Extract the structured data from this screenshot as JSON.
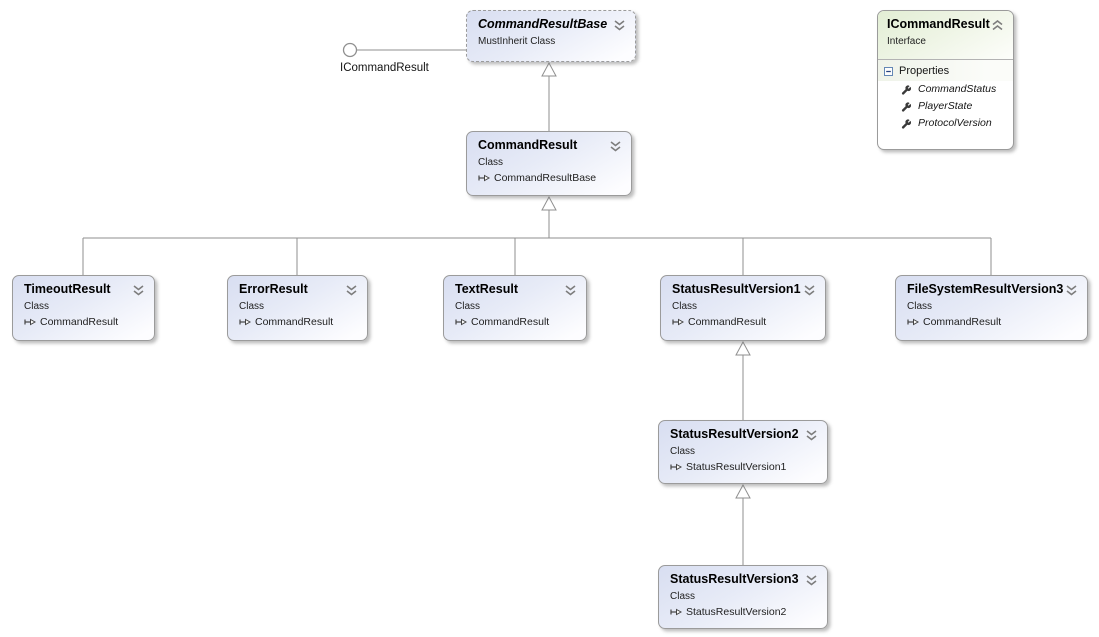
{
  "diagram": {
    "type": "class-diagram",
    "colors": {
      "class_header": "#d8def1",
      "interface_header": "#e2eed4",
      "node_border": "#9b9b9b",
      "connector": "#8f8f8f",
      "background": "#ffffff"
    },
    "nodes": {
      "command_result_base": {
        "title": "CommandResultBase",
        "kind": "MustInherit Class"
      },
      "i_command_result": {
        "title": "ICommandResult",
        "kind": "Interface",
        "section_label": "Properties",
        "properties": [
          "CommandStatus",
          "PlayerState",
          "ProtocolVersion"
        ]
      },
      "command_result": {
        "title": "CommandResult",
        "kind": "Class",
        "inherits": "CommandResultBase"
      },
      "timeout_result": {
        "title": "TimeoutResult",
        "kind": "Class",
        "inherits": "CommandResult"
      },
      "error_result": {
        "title": "ErrorResult",
        "kind": "Class",
        "inherits": "CommandResult"
      },
      "text_result": {
        "title": "TextResult",
        "kind": "Class",
        "inherits": "CommandResult"
      },
      "status_result_version1": {
        "title": "StatusResultVersion1",
        "kind": "Class",
        "inherits": "CommandResult"
      },
      "file_system_result_version3": {
        "title": "FileSystemResultVersion3",
        "kind": "Class",
        "inherits": "CommandResult"
      },
      "status_result_version2": {
        "title": "StatusResultVersion2",
        "kind": "Class",
        "inherits": "StatusResultVersion1"
      },
      "status_result_version3": {
        "title": "StatusResultVersion3",
        "kind": "Class",
        "inherits": "StatusResultVersion2"
      }
    },
    "lollipop": {
      "label": "ICommandResult"
    }
  }
}
